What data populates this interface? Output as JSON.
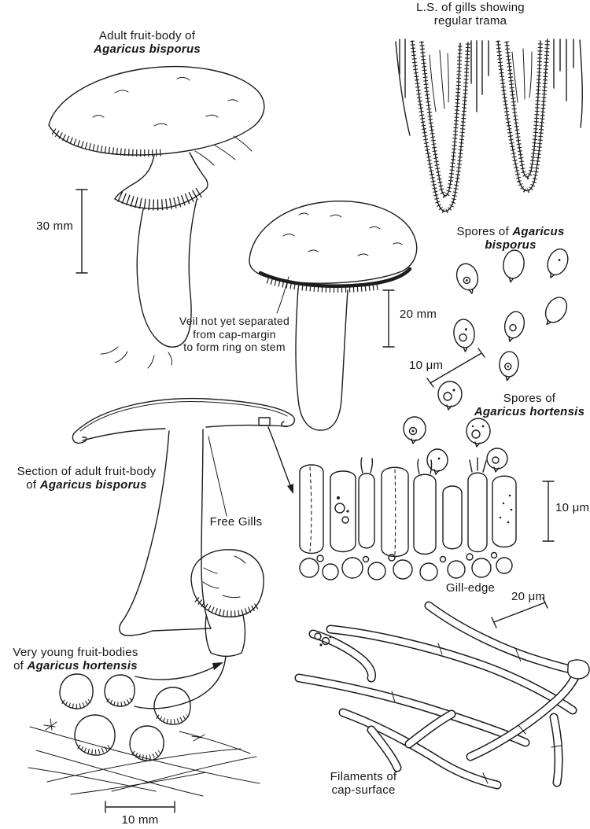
{
  "page": {
    "background": "#ffffff",
    "ink": "#1c1c1c"
  },
  "labels": {
    "ls_gills": {
      "line1": "L.S. of gills showing",
      "line2": "regular trama"
    },
    "adult": {
      "line1": "Adult fruit-body of",
      "species": "Agaricus bisporus"
    },
    "scale_30mm": "30 mm",
    "spores_bisporus": {
      "prefix": "Spores of",
      "genus": "Agaricus",
      "epithet": "bisporus"
    },
    "veil": {
      "line1": "Veil not yet separated",
      "line2": "from cap-margin",
      "line3": "to form ring on stem"
    },
    "scale_20mm": "20 mm",
    "scale_10um_spores": "10 μm",
    "spores_hortensis": {
      "line1": "Spores of",
      "species": "Agaricus hortensis"
    },
    "section": {
      "line1": "Section of adult fruit-body",
      "prefix": "of",
      "species": "Agaricus bisporus"
    },
    "free_gills": "Free Gills",
    "scale_10um_gill": "10 μm",
    "gill_edge": "Gill-edge",
    "scale_20um": "20 μm",
    "very_young": {
      "line1": "Very young fruit-bodies",
      "prefix": "of",
      "species": "Agaricus hortensis"
    },
    "filaments": {
      "line1": "Filaments of",
      "line2": "cap-surface"
    },
    "scale_10mm": "10 mm"
  }
}
